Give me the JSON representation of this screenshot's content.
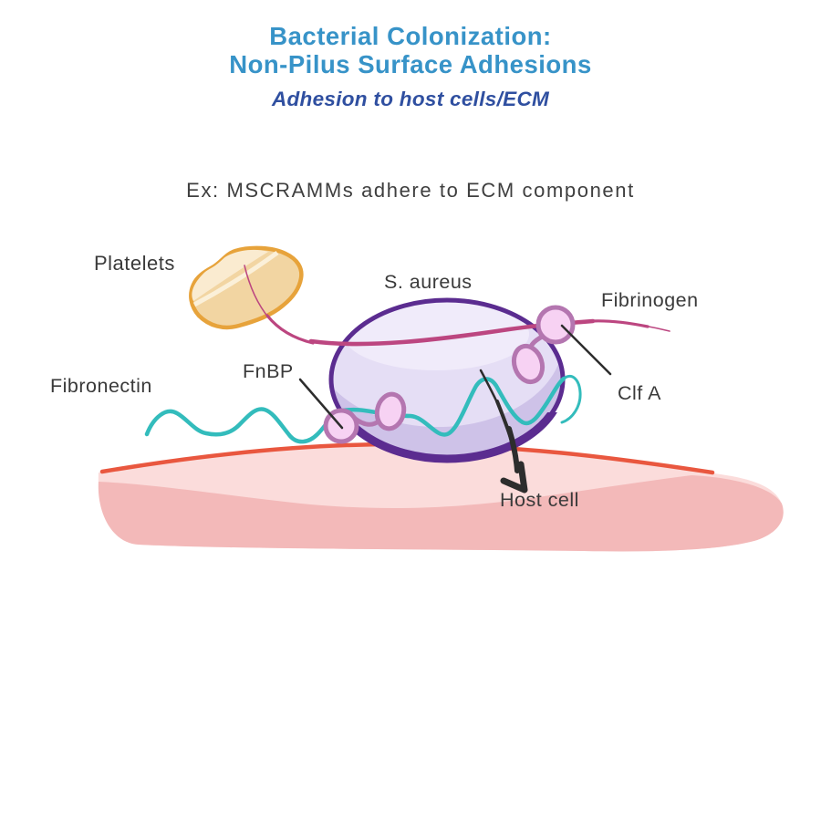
{
  "title": {
    "line1": "Bacterial Colonization:",
    "line2": "Non-Pilus Surface Adhesions",
    "subtitle": "Adhesion to host cells/ECM"
  },
  "caption": {
    "example": "Ex: MSCRAMMs adhere to ECM component"
  },
  "labels": {
    "platelets": "Platelets",
    "s_aureus": "S. aureus",
    "fibrinogen": "Fibrinogen",
    "fibronectin": "Fibronectin",
    "fnbp": "FnBP",
    "clf_a": "Clf A",
    "host_cell": "Host cell"
  },
  "palette": {
    "title_blue": "#3793C8",
    "subtitle_blue": "#2F4FA0",
    "label_text": "#3A3A3A",
    "bacterium_fill": "#E5DEF5",
    "bacterium_highlight": "#F0EBFA",
    "bacterium_shade": "#CEC2E8",
    "bacterium_outline": "#5B2C90",
    "adhesin_fill": "#F7D2F3",
    "adhesin_outline": "#B476B0",
    "fibrinogen_pink": "#BC4680",
    "fibronectin_teal": "#33BCBC",
    "platelet_fill": "#F2D5A2",
    "platelet_highlight": "#FAEBD0",
    "platelet_streak": "#FCF3DF",
    "platelet_outline": "#E7A33B",
    "host_cell_fill": "#FBDCDB",
    "host_cell_shade": "#F3B9B9",
    "host_cell_membrane": "#E9573F",
    "annotation_dark": "#2D2D2D"
  }
}
